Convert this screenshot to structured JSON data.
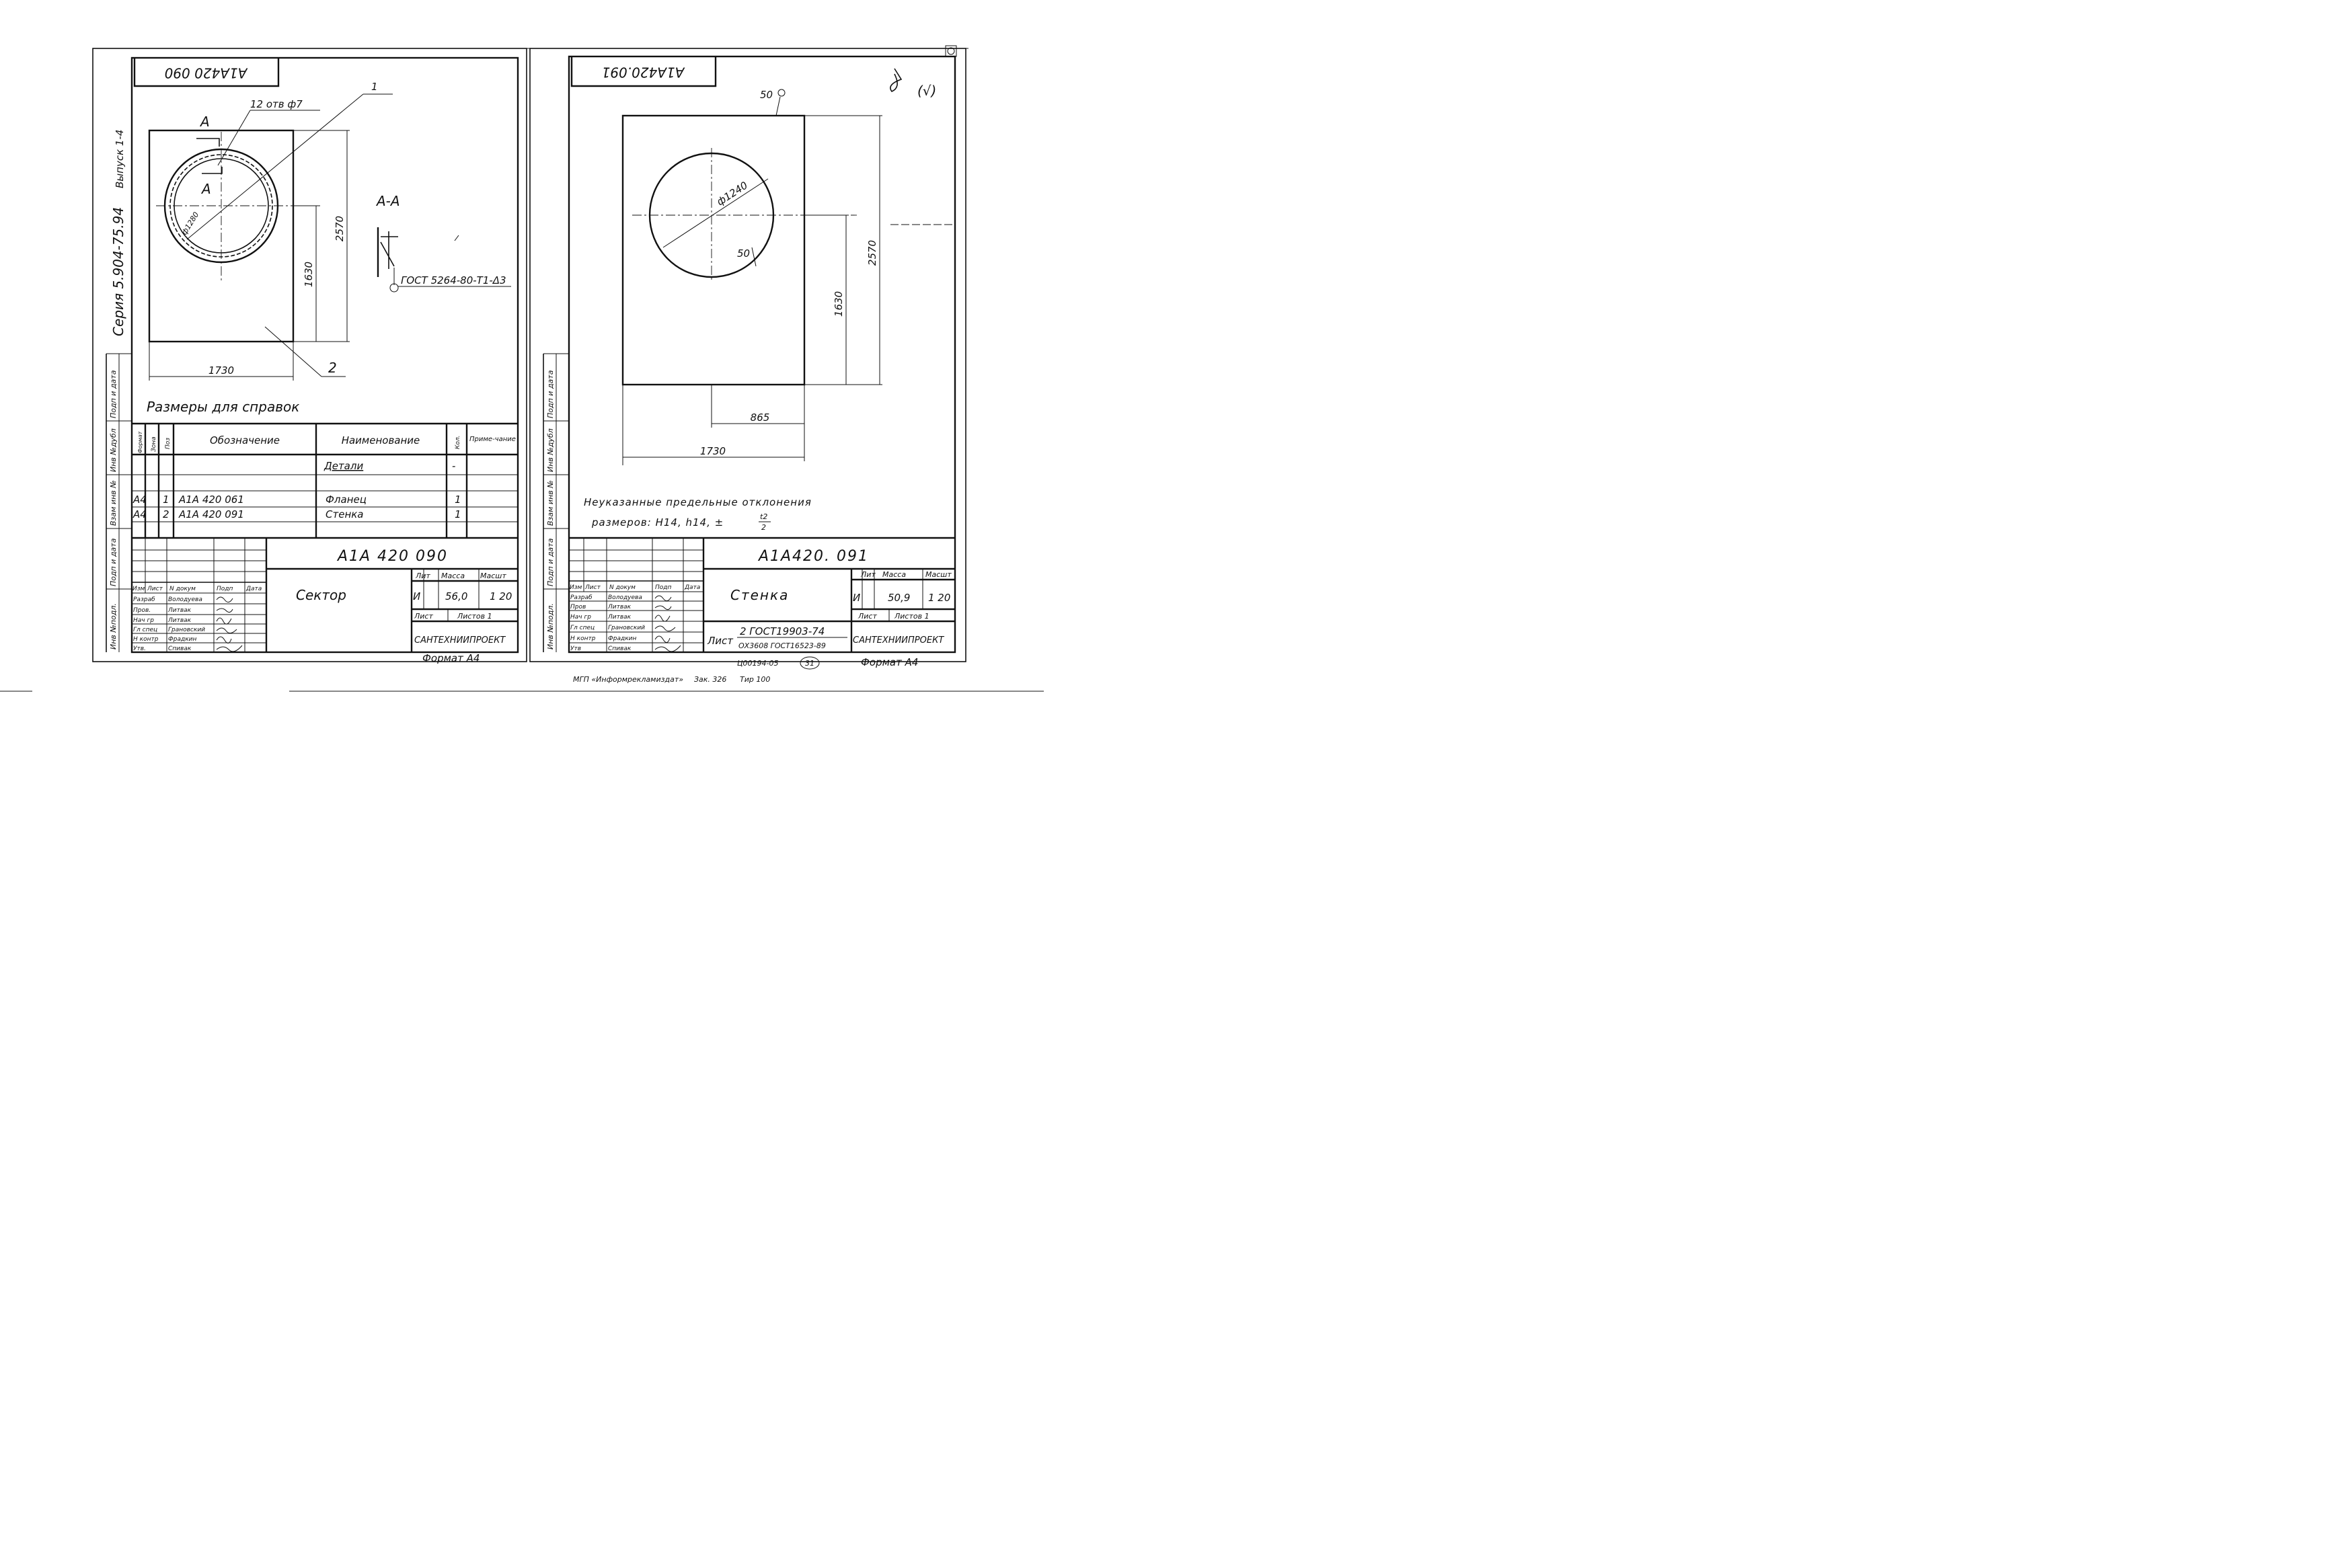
{
  "left_sheet": {
    "top_code": "А1А420 090",
    "side_series": "Серия 5.904-75.94",
    "side_issue": "Выпуск 1-4",
    "margin_labels": [
      "Инв №подл.",
      "Подп и дата",
      "Взам инв №",
      "Инв №дубл",
      "Подп и дата"
    ],
    "callouts": {
      "holes": "12 отв ф7",
      "section_mark": "А",
      "section_title": "А-А",
      "item1": "1",
      "item2": "2",
      "diameter": "ф1280",
      "weld": "ГОСТ 5264-80-Т1-Δ3"
    },
    "dims": {
      "height": "2570",
      "sub_height": "1630",
      "width": "1730"
    },
    "note": "Размеры для справок",
    "spec_headers": {
      "format": "Формат",
      "zone": "Зона",
      "pos": "Поз",
      "designation": "Обозначение",
      "name": "Наименование",
      "qty": "Кол.",
      "note": "Приме-чание"
    },
    "spec_section": "Детали",
    "spec_rows": [
      {
        "format": "А4",
        "pos": "1",
        "designation": "А1А 420 061",
        "name": "Фланец",
        "qty": "1"
      },
      {
        "format": "А4",
        "pos": "2",
        "designation": "А1А 420 091",
        "name": "Стенка",
        "qty": "1"
      }
    ],
    "stamp": {
      "code": "А1А 420 090",
      "title": "Сектор",
      "lit_header": "Лит",
      "mass_header": "Масса",
      "scale_header": "Масшт",
      "lit": "И",
      "mass": "56,0",
      "scale": "1 20",
      "sheet": "Лист",
      "sheets": "Листов 1",
      "org": "САНТЕХНИИПРОЕКТ",
      "format": "Формат А4",
      "col_headers": [
        "Изм",
        "Лист",
        "N докум",
        "Подп",
        "Дата"
      ],
      "roles": [
        "Разраб",
        "Пров.",
        "Нач гр",
        "Гл спец",
        "Н контр",
        "Утв."
      ],
      "names": [
        "Володуева",
        "Литвак",
        "Литвак",
        "Грановский",
        "Фрадкин",
        "Спивак"
      ]
    }
  },
  "right_sheet": {
    "top_code": "А1А420.091",
    "margin_labels": [
      "Инв №подл.",
      "Подп и дата",
      "Взам инв №",
      "Инв №дубл",
      "Подп и дата"
    ],
    "marks": {
      "check": "(√)",
      "roughness_top": "50",
      "roughness_hole": "50",
      "diameter": "ф1240"
    },
    "dims": {
      "height": "2570",
      "sub_height": "1630",
      "offset": "865",
      "width": "1730"
    },
    "note_line1": "Неуказанные предельные отклонения",
    "note_line2": "размеров: Н14, h14, ±",
    "note_fraction_top": "t2",
    "note_fraction_bottom": "2",
    "stamp": {
      "code": "А1А420. 091",
      "title": "Стенка",
      "lit_header": "Лит",
      "mass_header": "Масса",
      "scale_header": "Масшт",
      "lit": "И",
      "mass": "50,9",
      "scale": "1 20",
      "sheet": "Лист",
      "sheets": "Листов 1",
      "material_prefix": "Лист",
      "material_top": "2 ГОСТ19903-74",
      "material_bottom": "ОХ3608 ГОСТ16523-89",
      "org": "САНТЕХНИИПРОЕКТ",
      "format": "Формат А4",
      "col_headers": [
        "Изм",
        "Лист",
        "N докум",
        "Подп",
        "Дата"
      ],
      "roles": [
        "Разраб",
        "Пров",
        "Нач гр",
        "Гл спец",
        "Н контр",
        "Утв"
      ],
      "names": [
        "Володуева",
        "Литвак",
        "Литвак",
        "Грановский",
        "Фрадкин",
        "Спивак"
      ]
    },
    "bottom_code": "Ц00194-05",
    "bottom_sheet_no": "31"
  },
  "imprint": {
    "publisher": "МГП «Информрекламиздат»",
    "order": "Зак. 326",
    "run": "Тир 100"
  }
}
